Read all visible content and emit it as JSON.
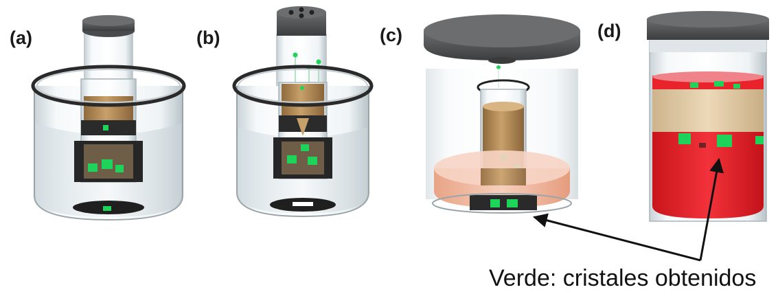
{
  "panels": {
    "a": {
      "label": "(a)"
    },
    "b": {
      "label": "(b)"
    },
    "c": {
      "label": "(c)"
    },
    "d": {
      "label": "(d)"
    }
  },
  "caption": "Verde: cristales obtenidos",
  "colors": {
    "crystal": "#1ed35a",
    "solution": "#b58f5a",
    "antisolvent_layer": "#e0c9a2",
    "red_liquid": "#e8232b",
    "salmon_liquid": "#f2b9a2",
    "lid": "#555759",
    "glass": "#e6eef2"
  }
}
